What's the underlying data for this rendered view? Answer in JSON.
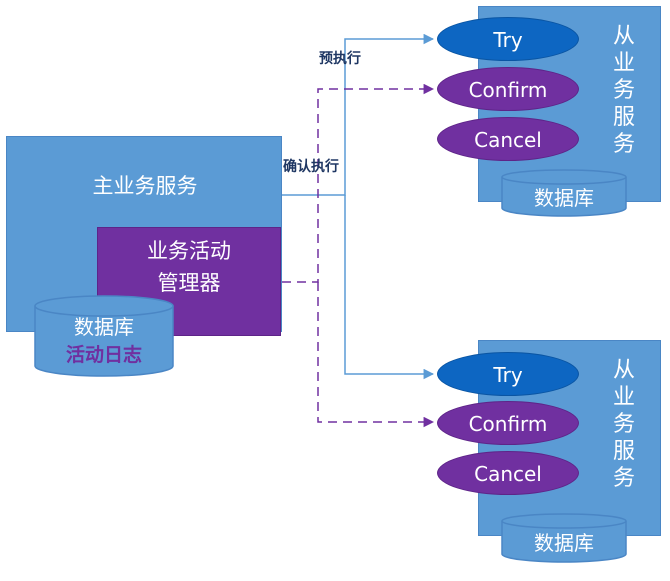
{
  "main_service": {
    "title": "主业务服务"
  },
  "manager": {
    "line1": "业务活动",
    "line2": "管理器"
  },
  "main_db": {
    "label": "数据库",
    "log": "活动日志"
  },
  "edges": {
    "try_label": "预执行",
    "confirm_label": "确认执行"
  },
  "slave_services": [
    {
      "label": "从业务服务",
      "try": "Try",
      "confirm": "Confirm",
      "cancel": "Cancel",
      "db": "数据库"
    },
    {
      "label": "从业务服务",
      "try": "Try",
      "confirm": "Confirm",
      "cancel": "Cancel",
      "db": "数据库"
    }
  ],
  "colors": {
    "service_blue": "#5b9bd5",
    "manager_purple": "#7030a0",
    "try_blue": "#0d66c2",
    "edge_blue": "#5b9bd5",
    "edge_purple": "#7030a0"
  }
}
